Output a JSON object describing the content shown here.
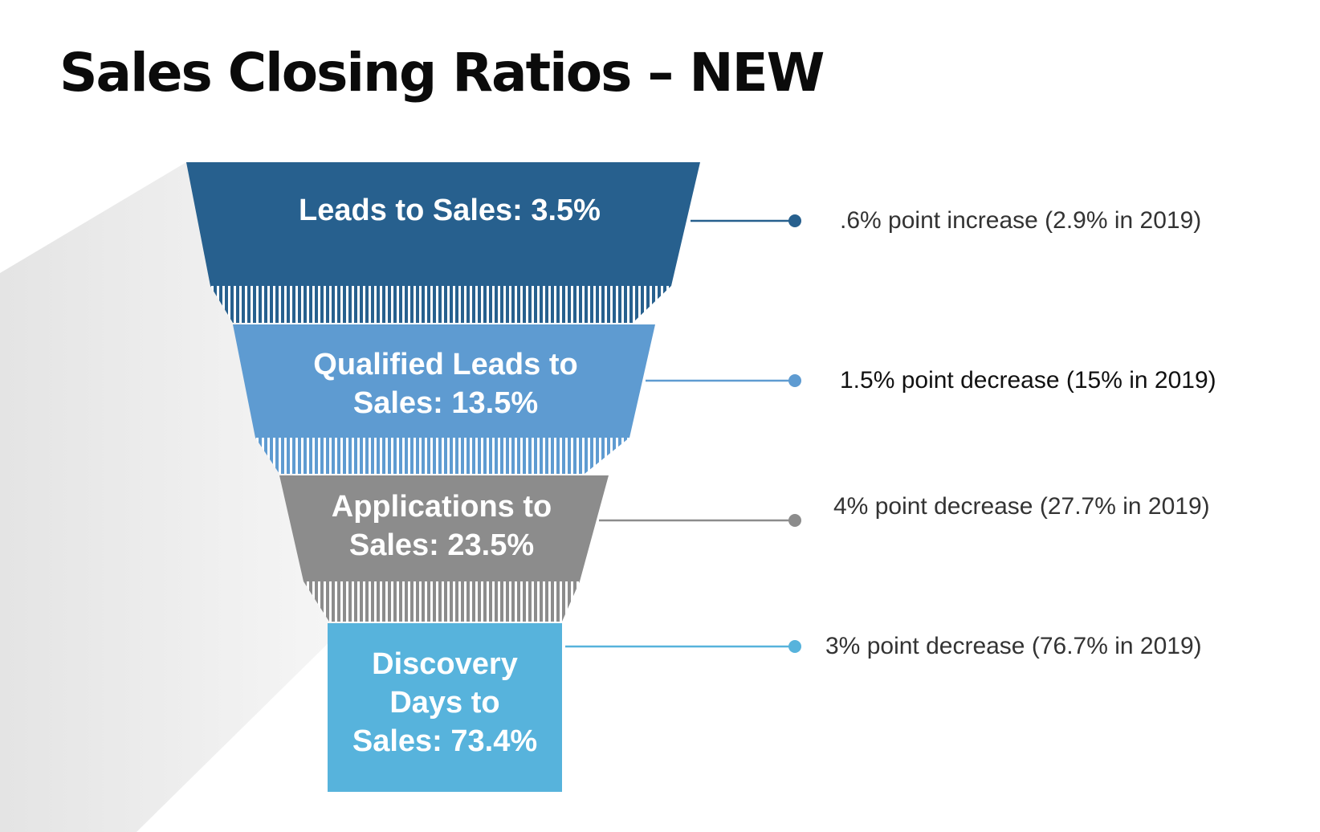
{
  "title": "Sales Closing Ratios – NEW",
  "colors": {
    "stage_1": "#27608e",
    "stage_2": "#5e9bd1",
    "stage_3": "#8c8c8c",
    "stage_4": "#57b3dc",
    "shadow": "#eeeeee"
  },
  "stages": [
    {
      "label": "Leads to Sales: 3.5%",
      "note": ".6% point increase (2.9% in 2019)"
    },
    {
      "label": "Qualified Leads to\nSales: 13.5%",
      "note": "1.5% point decrease (15% in 2019)"
    },
    {
      "label": "Applications to\nSales: 23.5%",
      "note": "4% point decrease (27.7% in 2019)"
    },
    {
      "label": "Discovery\nDays to\nSales: 73.4%",
      "note": "3% point decrease (76.7% in 2019)"
    }
  ]
}
